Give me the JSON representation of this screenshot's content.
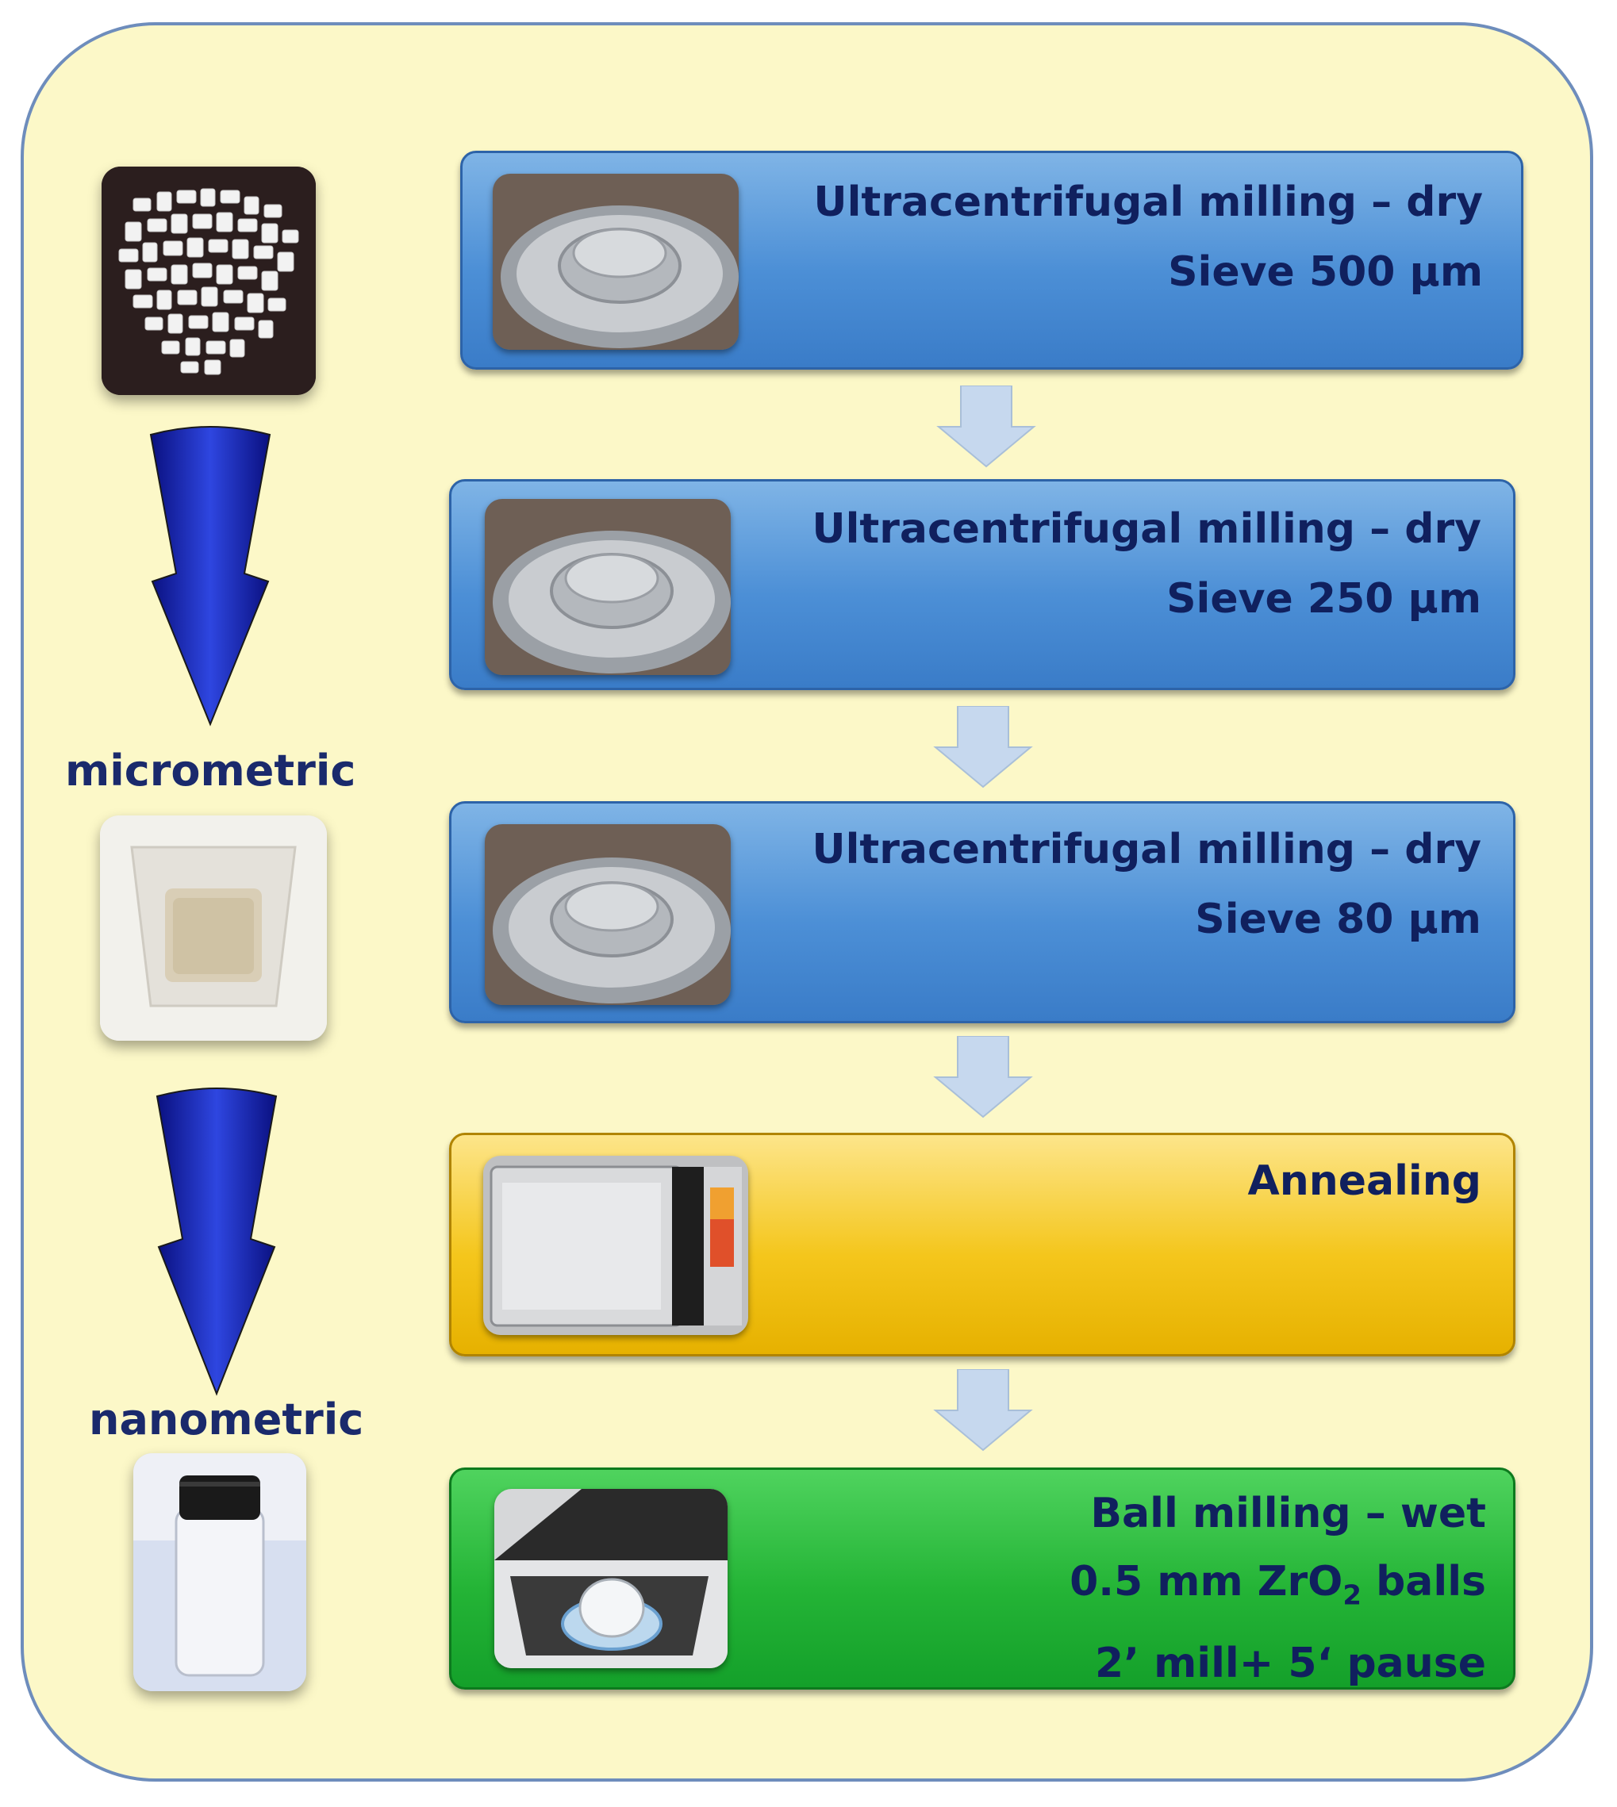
{
  "side": {
    "label_micrometric": "micrometric",
    "label_nanometric": "nanometric"
  },
  "steps": [
    {
      "lines": [
        "Ultracentrifugal  milling – dry",
        "Sieve 500 µm"
      ]
    },
    {
      "lines": [
        "Ultracentrifugal  milling – dry",
        "Sieve 250 µm"
      ]
    },
    {
      "lines": [
        "Ultracentrifugal  milling – dry",
        "Sieve 80 µm"
      ]
    },
    {
      "lines": [
        "Annealing"
      ]
    },
    {
      "lines": [
        "Ball milling – wet",
        "0.5 mm ZrO",
        "2",
        " balls",
        "2’ mill+ 5‘ pause"
      ]
    }
  ],
  "colors": {
    "panel": "#fcf8c8",
    "panel_border": "#6e8dbc",
    "text": "#10205e",
    "blue_step": "#4c8fd6",
    "gold_step": "#f4c61c",
    "green_step": "#24b436",
    "flow_arrow": "#c6d8ee",
    "side_arrow": "#1f2fbf"
  }
}
